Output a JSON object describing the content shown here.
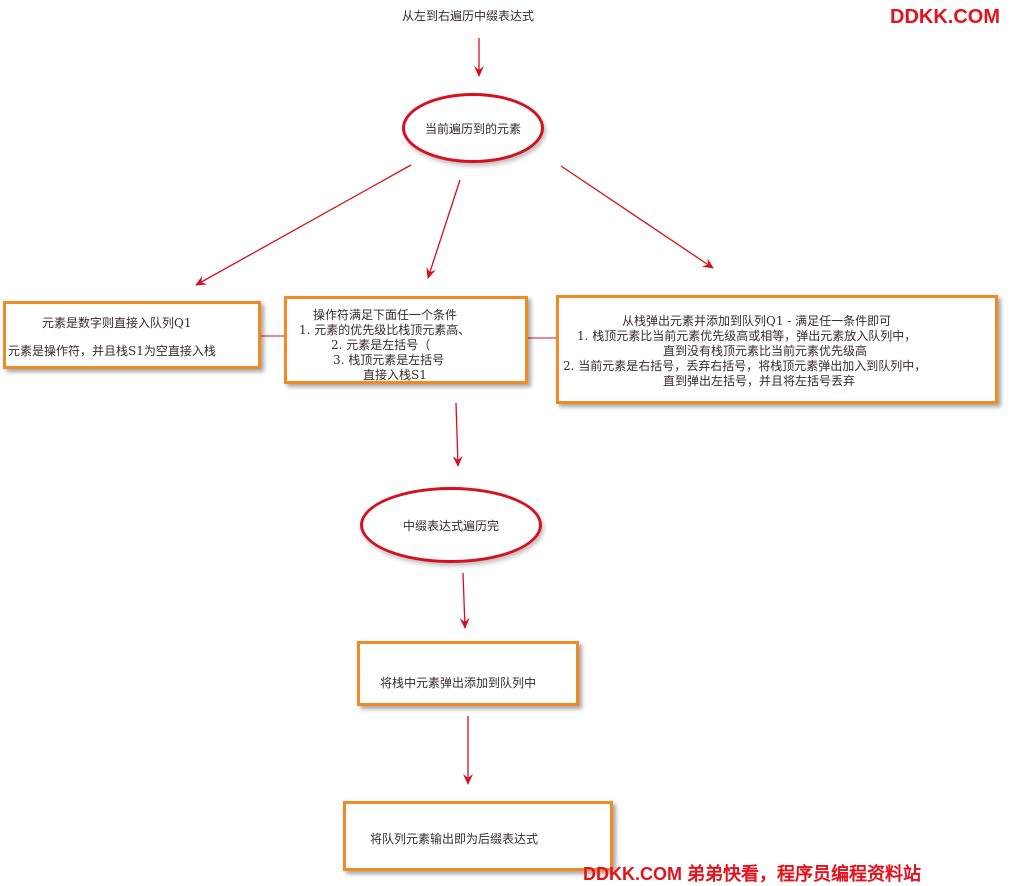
{
  "watermark_top": "DDKK.COM",
  "watermark_bottom": "DDKK.COM 弟弟快看，程序员编程资料站",
  "colors": {
    "node_border": "#f08a22",
    "ellipse_border": "#d6101e",
    "arrow": "#d6101e",
    "brand": "#e3121c"
  },
  "nodes": {
    "start": "从左到右遍历中缀表达式",
    "current": "当前遍历到的元素",
    "number_box": {
      "line1": "元素是数字则直接入队列Q1",
      "line2": "元素是操作符，并且栈S1为空直接入栈"
    },
    "push_box": {
      "line1": "操作符满足下面任一个条件",
      "line2": "1. 元素的优先级比栈顶元素高、",
      "line3": "2. 元素是左括号（",
      "line4": "3. 栈顶元素是左括号",
      "line5": "直接入栈S1"
    },
    "pop_box": {
      "line1": "从栈弹出元素并添加到队列Q1 - 满足任一条件即可",
      "line2": "1. 栈顶元素比当前元素优先级高或相等，弹出元素放入队列中，",
      "line3": "直到没有栈顶元素比当前元素优先级高",
      "line4": "2. 当前元素是右括号，丢弃右括号，将栈顶元素弹出加入到队列中，",
      "line5": "直到弹出左括号，并且将左括号丢弃"
    },
    "end_traverse": "中缀表达式遍历完",
    "pop_rest": "将栈中元素弹出添加到队列中",
    "output": "将队列元素输出即为后缀表达式"
  }
}
